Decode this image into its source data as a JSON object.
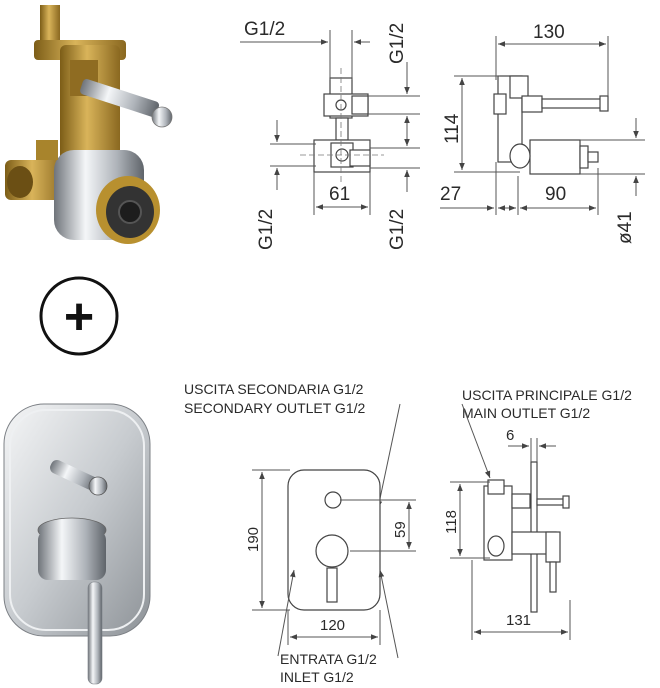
{
  "body_dims": {
    "top_pipe": "G1/2",
    "right_top_pipe": "G1/2",
    "width_61": "61",
    "bottom_left_pipe": "G1/2",
    "bottom_right_pipe": "G1/2",
    "depth_130": "130",
    "height_114": "114",
    "offset_27": "27",
    "length_90": "90",
    "diameter_41": "ø41"
  },
  "plate_dims": {
    "secondary_outlet_it": "USCITA SECONDARIA G1/2",
    "secondary_outlet_en": "SECONDARY OUTLET G1/2",
    "main_outlet_it": "USCITA PRINCIPALE G1/2",
    "main_outlet_en": "MAIN OUTLET G1/2",
    "height_190": "190",
    "spacing_59": "59",
    "width_120": "120",
    "inlet_it": "ENTRATA G1/2",
    "inlet_en": "INLET G1/2",
    "thickness_6": "6",
    "height_118": "118",
    "depth_131": "131"
  },
  "plus_symbol": "+",
  "colors": {
    "brass": "#b8902f",
    "chrome": "#c9cdd2",
    "line": "#555555"
  }
}
